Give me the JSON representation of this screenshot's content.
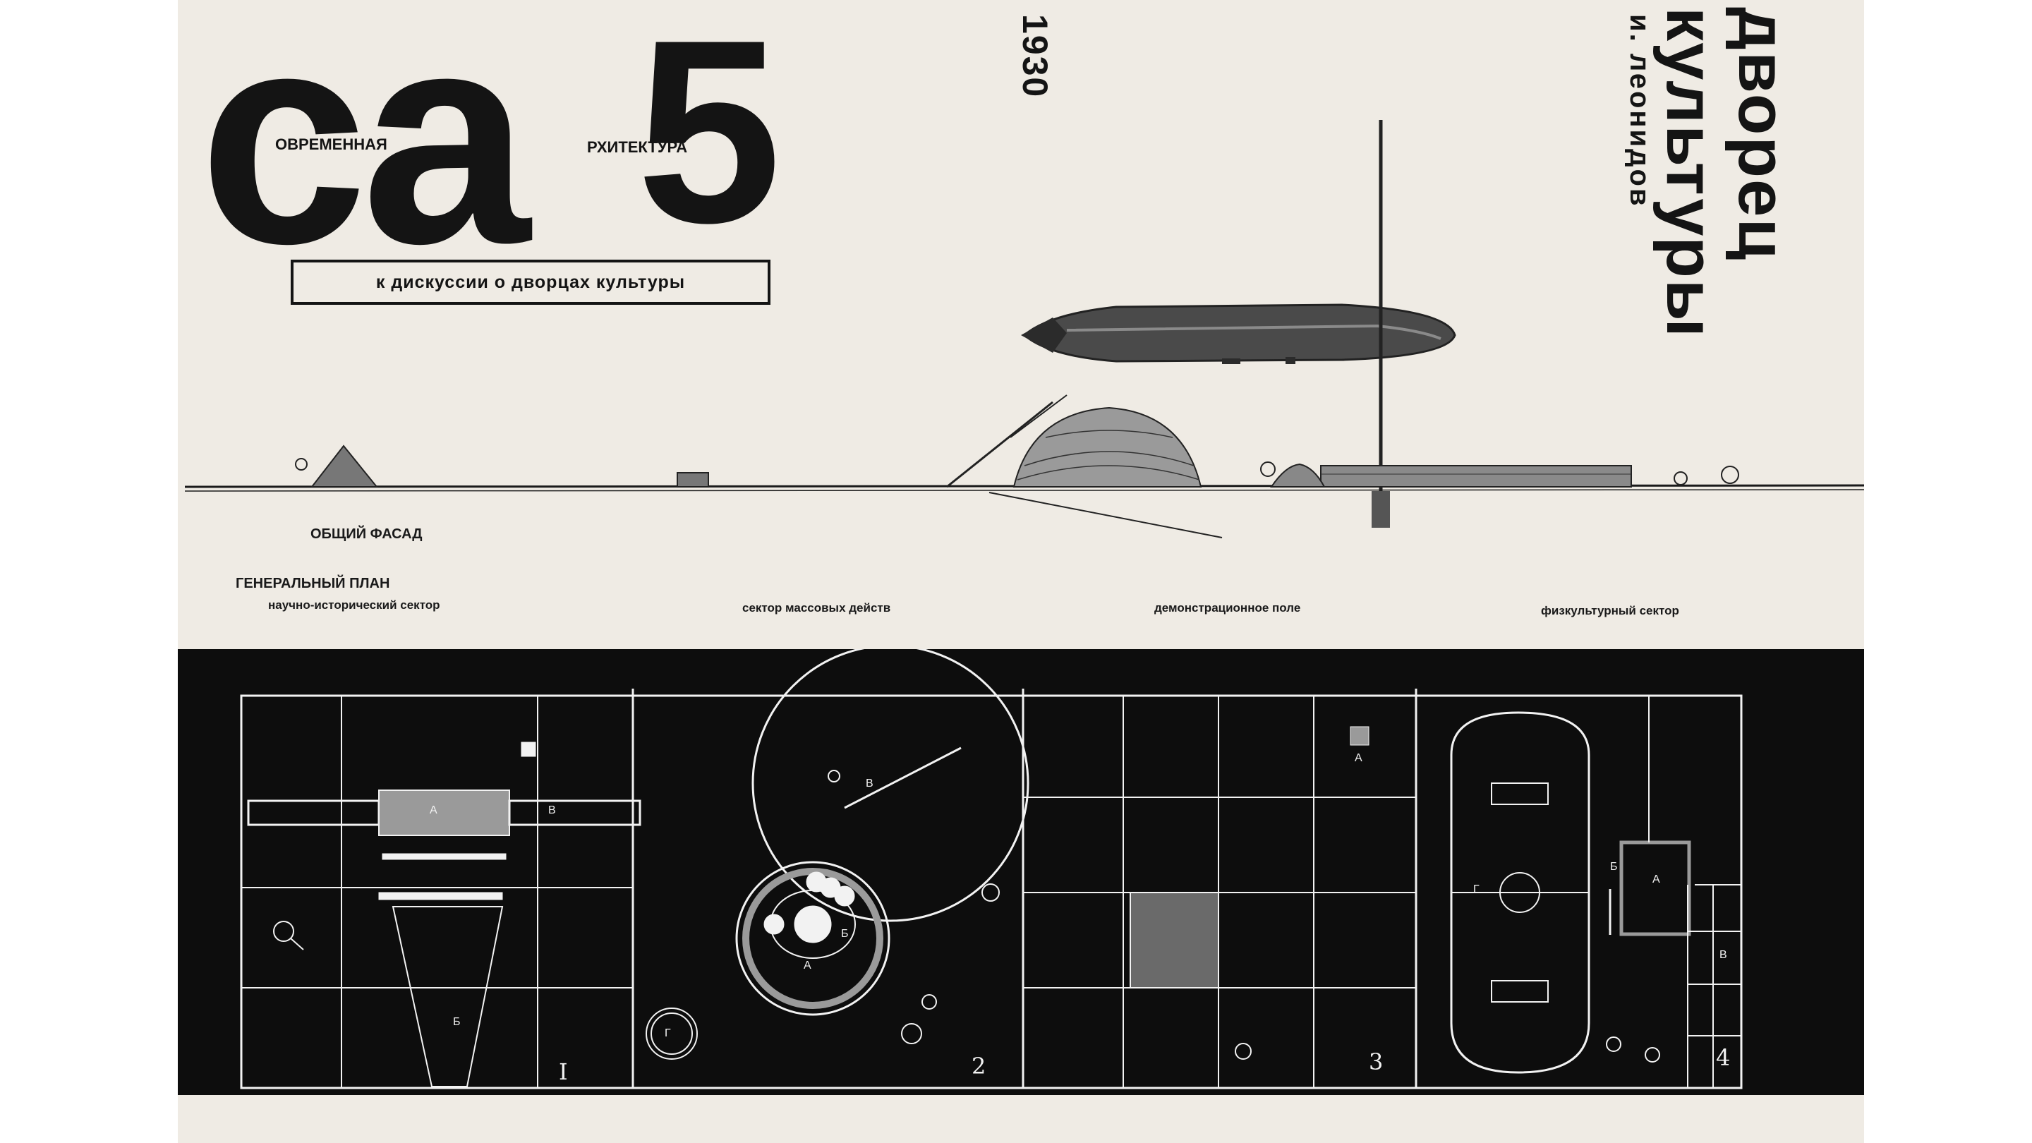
{
  "masthead": {
    "logo": "са",
    "issue": "5",
    "year": "1930",
    "word_left": "ОВРЕМЕННАЯ",
    "word_right": "РХИТЕКТУРА",
    "subtitle": "к дискуссии о дворцах культуры"
  },
  "project": {
    "title_line1": "дворец",
    "title_line2": "культуры",
    "author": "и. леонидов"
  },
  "labels": {
    "facade": "ОБЩИЙ ФАСАД",
    "general_plan": "ГЕНЕРАЛЬНЫЙ ПЛАН",
    "sectors": [
      "научно-исторический сектор",
      "сектор массовых действ",
      "демонстрационное поле",
      "физкультурный сектор"
    ]
  },
  "plan": {
    "sector_numbers": [
      "I",
      "2",
      "3",
      "4"
    ],
    "letters": {
      "s1_a": "А",
      "s1_b": "Б",
      "s1_v": "В",
      "s2_a": "А",
      "s2_b": "Б",
      "s2_v": "В",
      "s2_g": "Г",
      "s3_a": "А",
      "s4_a": "А",
      "s4_b": "Б",
      "s4_v": "В",
      "s4_g": "Г"
    }
  },
  "colors": {
    "paper": "#efebe4",
    "ink": "#141414",
    "plan_background": "#0d0d0d",
    "plan_lines": "#f2f2f2"
  }
}
